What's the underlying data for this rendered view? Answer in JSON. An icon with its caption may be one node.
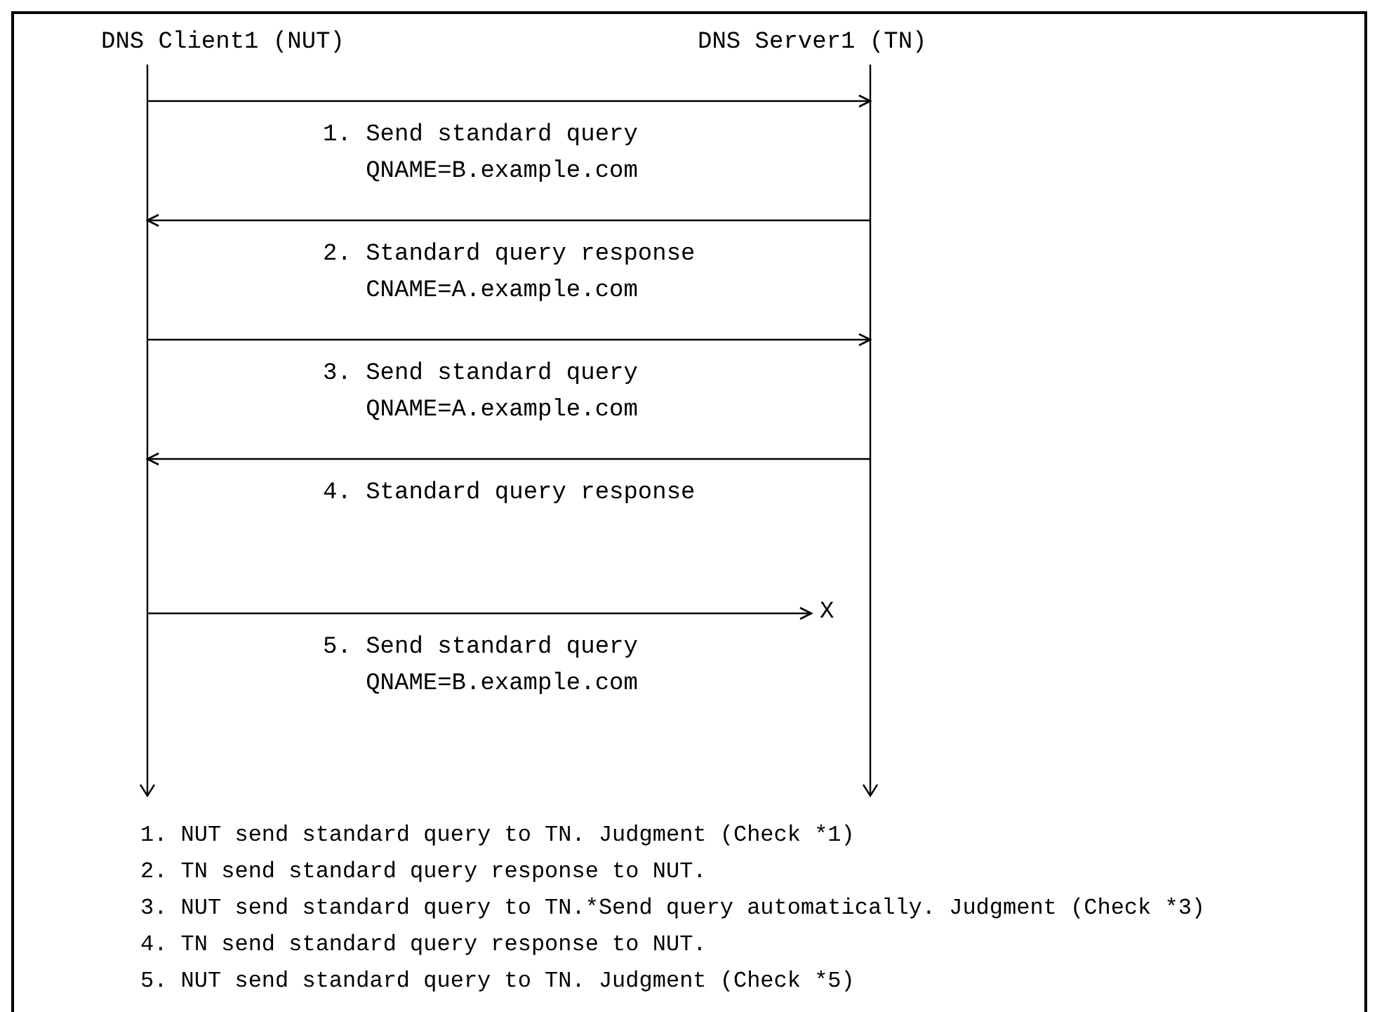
{
  "diagram": {
    "nodes": [
      {
        "text": [
          "DNS Client1 (NUT)"
        ]
      },
      {
        "text": [
          "DNS Server1 (TN)"
        ]
      },
      {
        "text": [
          "X"
        ],
        "in": 1
      }
    ],
    "edges": [
      {
        "from": 0,
        "to": 1,
        "arrow": "to",
        "label": "1. Send standard query QNAME=B.example.com"
      },
      {
        "from": 1,
        "to": 0,
        "arrow": "to",
        "label": "2. Standard query response CNAME=A.example.com"
      },
      {
        "from": 0,
        "to": 1,
        "arrow": "to",
        "label": "3. Send standard query QNAME=A.example.com"
      },
      {
        "from": 1,
        "to": 0,
        "arrow": "to",
        "label": "4. Standard query response"
      },
      {
        "from": 0,
        "to": 2,
        "arrow": "to",
        "label": "5. Send standard query QNAME=B.example.com"
      }
    ],
    "labels": [
      "1. NUT send standard query to TN. Judgment (Check *1)",
      "2. TN send standard query response to NUT.",
      "3. NUT send standard query to TN.*Send query automatically. Judgment (Check *3)",
      "4. TN send standard query response to NUT.",
      "5. NUT send standard query to TN. Judgment (Check *5)"
    ]
  }
}
